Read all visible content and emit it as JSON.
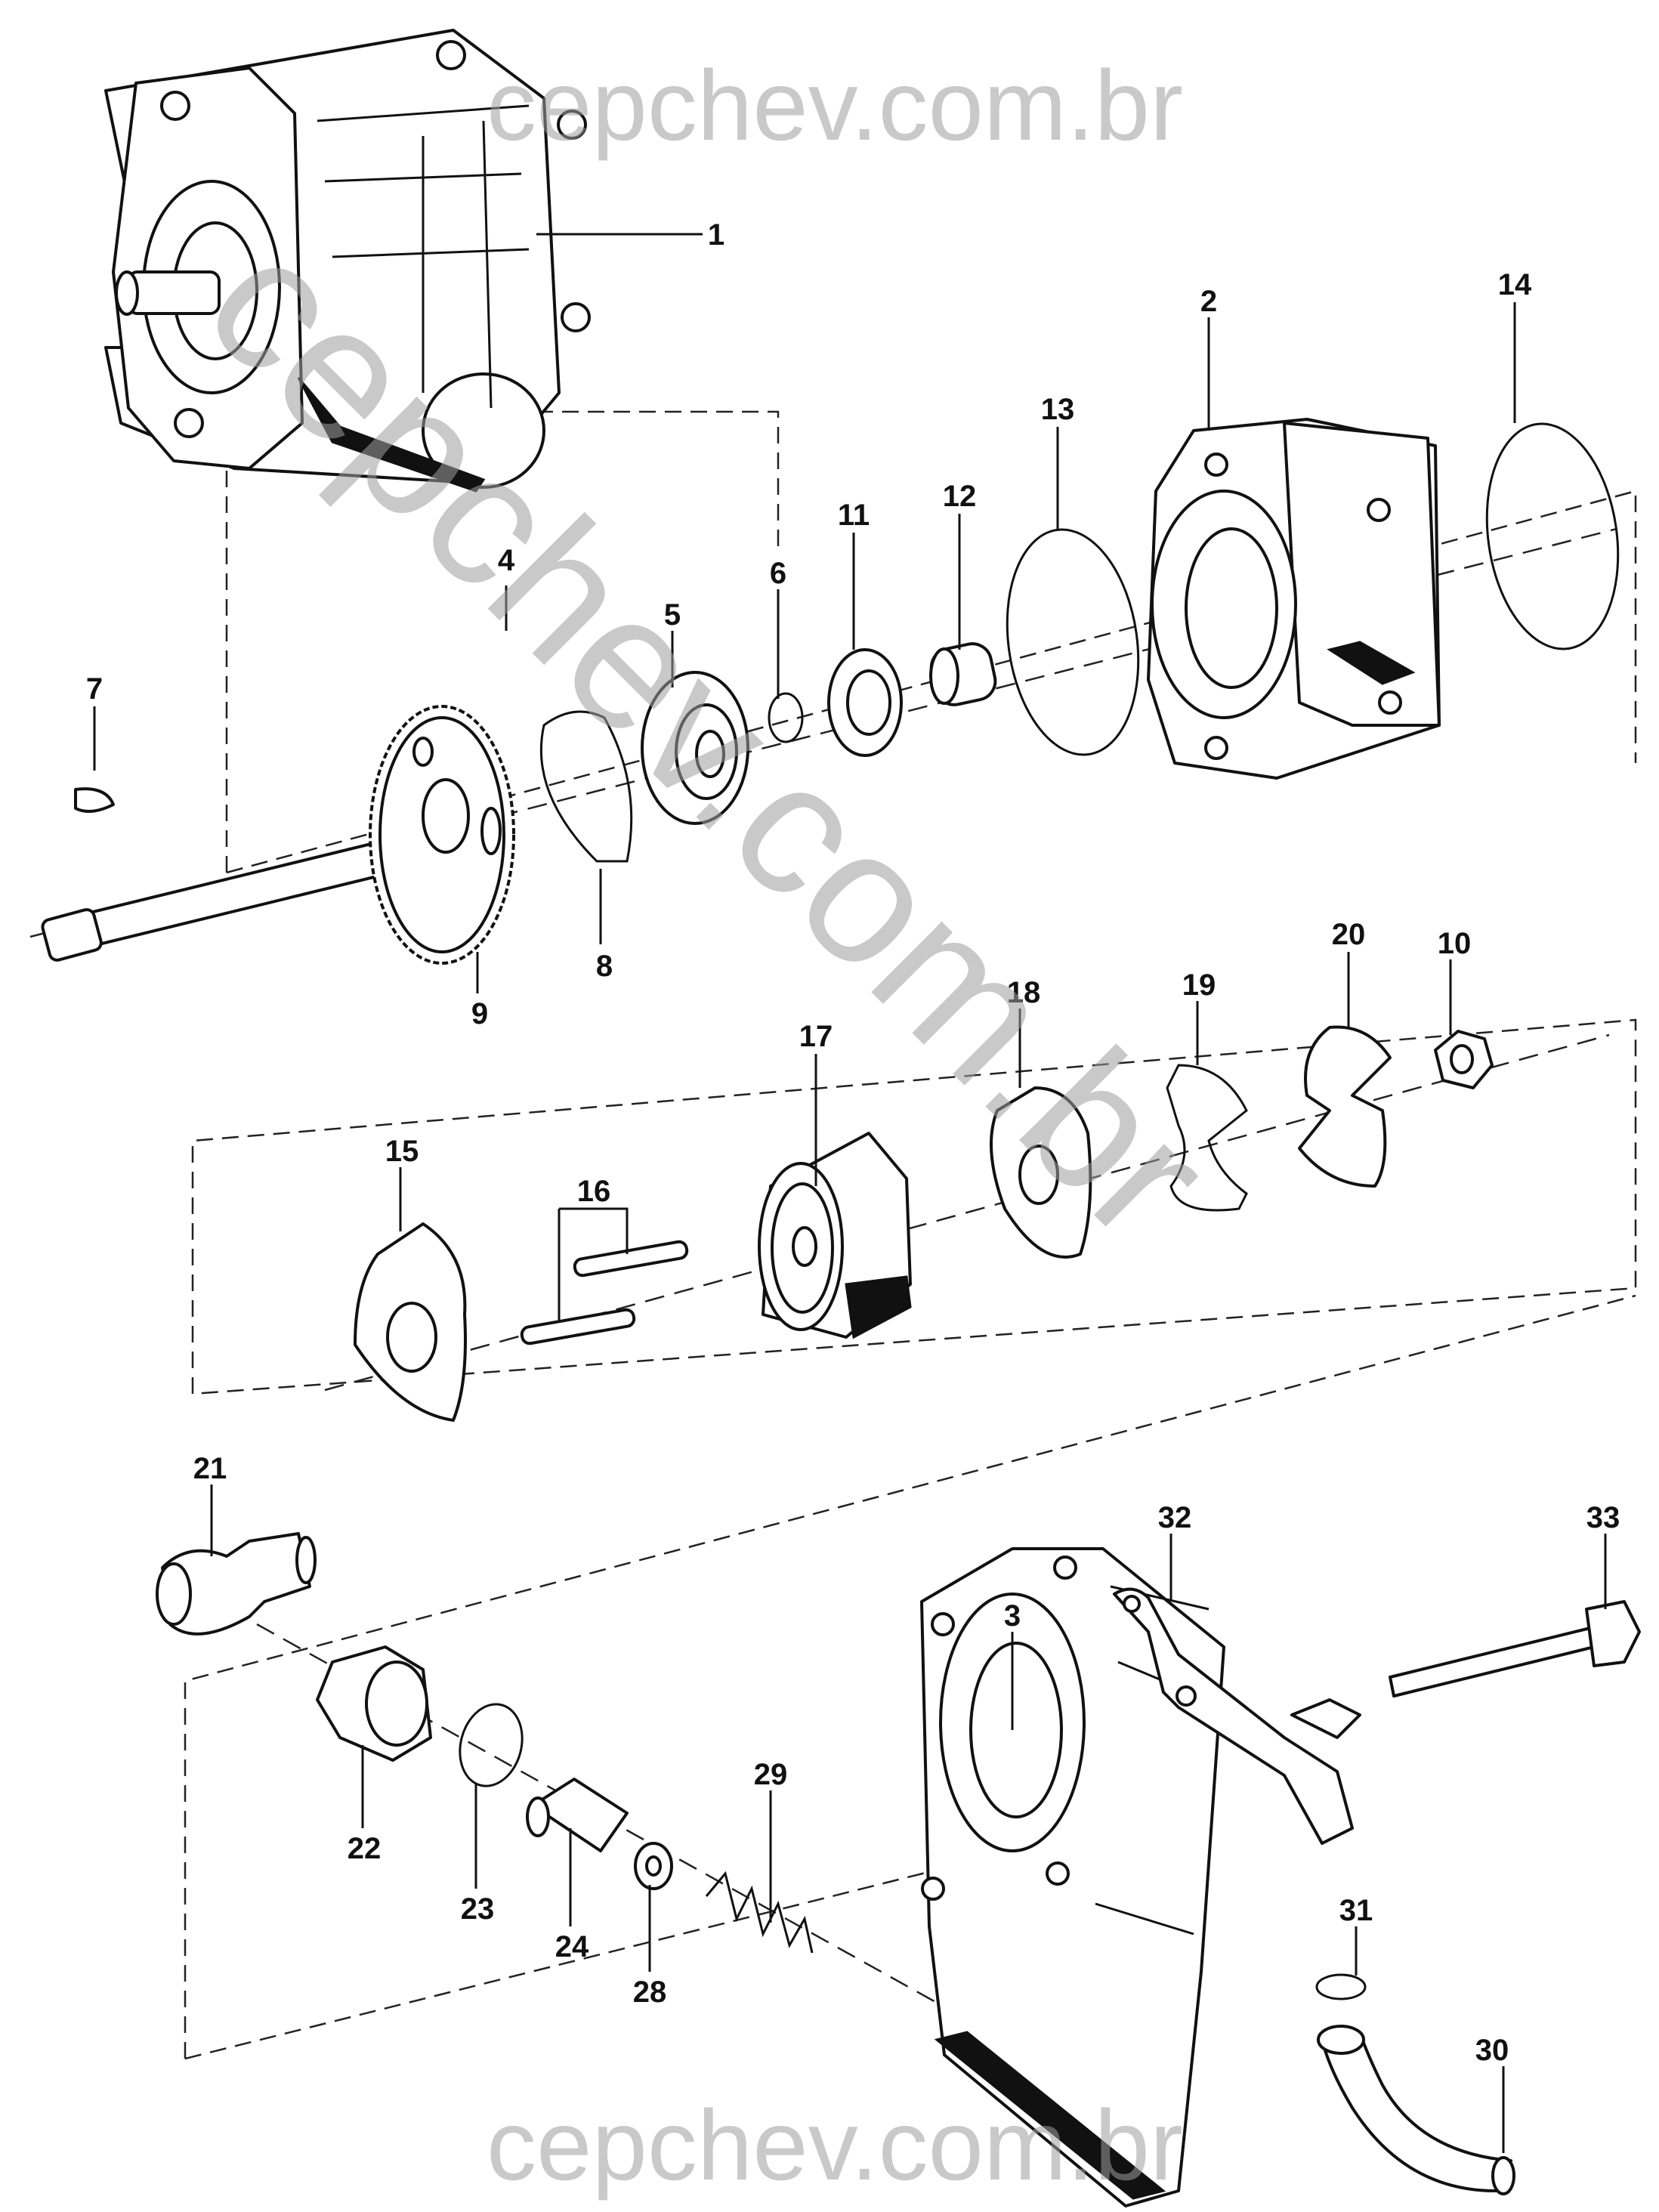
{
  "watermark": {
    "top": "cepchev.com.br",
    "bottom": "cepchev.com.br",
    "diagonal": "cepchev.com.br"
  },
  "parts": {
    "p1": "1",
    "p2": "2",
    "p3": "3",
    "p4": "4",
    "p5": "5",
    "p6": "6",
    "p7": "7",
    "p8": "8",
    "p9": "9",
    "p10": "10",
    "p11": "11",
    "p12": "12",
    "p13": "13",
    "p14": "14",
    "p15": "15",
    "p16": "16",
    "p17": "17",
    "p18": "18",
    "p19": "19",
    "p20": "20",
    "p21": "21",
    "p22": "22",
    "p23": "23",
    "p24": "24",
    "p28": "28",
    "p29": "29",
    "p30": "30",
    "p31": "31",
    "p32": "32",
    "p33": "33"
  }
}
